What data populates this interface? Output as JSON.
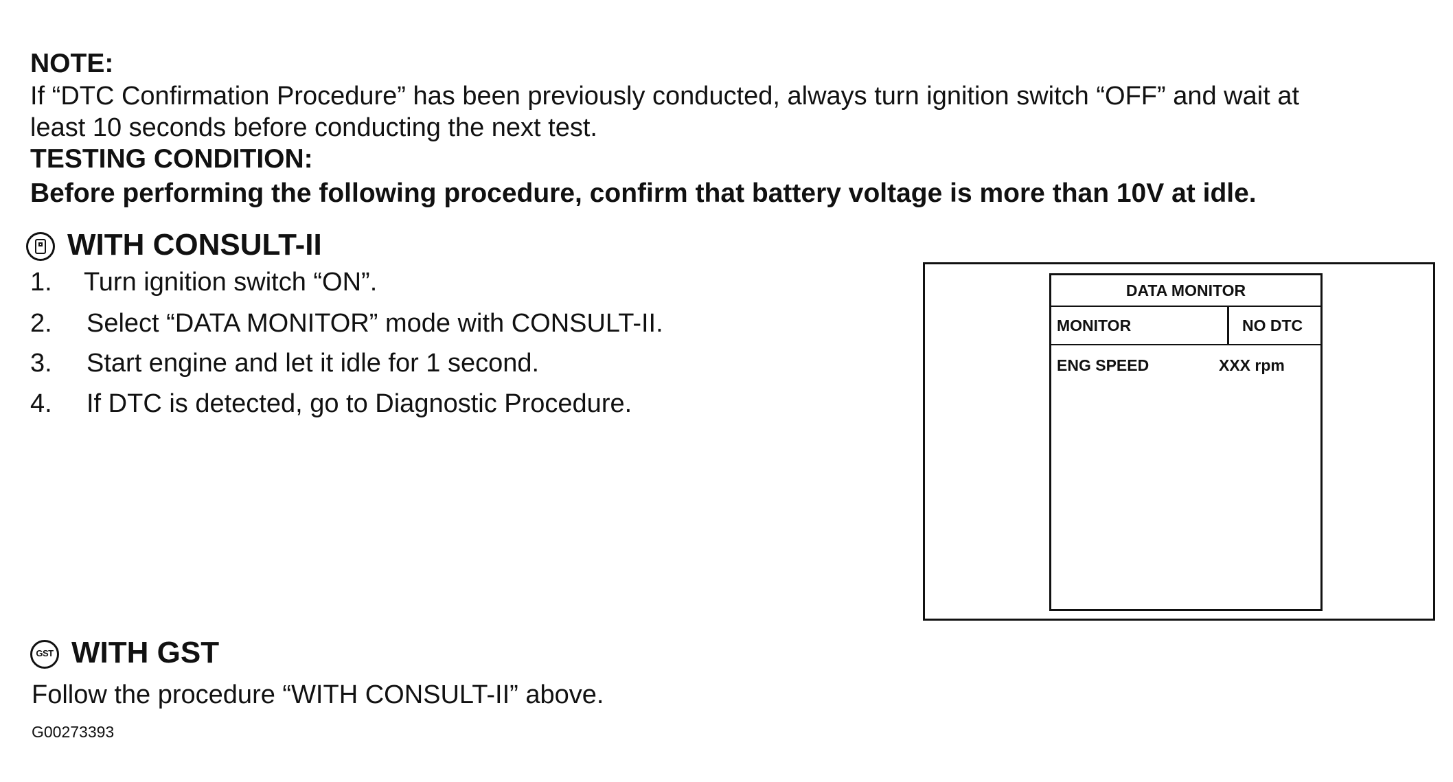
{
  "note": {
    "heading": "NOTE:",
    "line1": "If “DTC Confirmation Procedure” has been previously conducted, always turn ignition switch “OFF” and wait at",
    "line2": "least 10 seconds before conducting the next test."
  },
  "testing_condition": {
    "heading": "TESTING CONDITION:",
    "text": "Before performing the following procedure, confirm that battery voltage is more than 10V at idle."
  },
  "consult": {
    "heading": "WITH CONSULT-II",
    "icon": "consult-icon",
    "steps": [
      {
        "num": "1.",
        "text": "Turn ignition switch “ON”."
      },
      {
        "num": "2.",
        "text": "Select “DATA MONITOR” mode with CONSULT-II."
      },
      {
        "num": "3.",
        "text": "Start engine and let it idle for 1 second."
      },
      {
        "num": "4.",
        "text": "If DTC is detected, go to Diagnostic Procedure."
      }
    ]
  },
  "data_monitor": {
    "title": "DATA MONITOR",
    "monitor_label": "MONITOR",
    "status": "NO DTC",
    "item_label": "ENG SPEED",
    "item_value": "XXX rpm"
  },
  "gst": {
    "heading": "WITH GST",
    "icon_text": "GST",
    "text": "Follow the procedure “WITH CONSULT-II” above."
  },
  "figure_id": "G00273393"
}
